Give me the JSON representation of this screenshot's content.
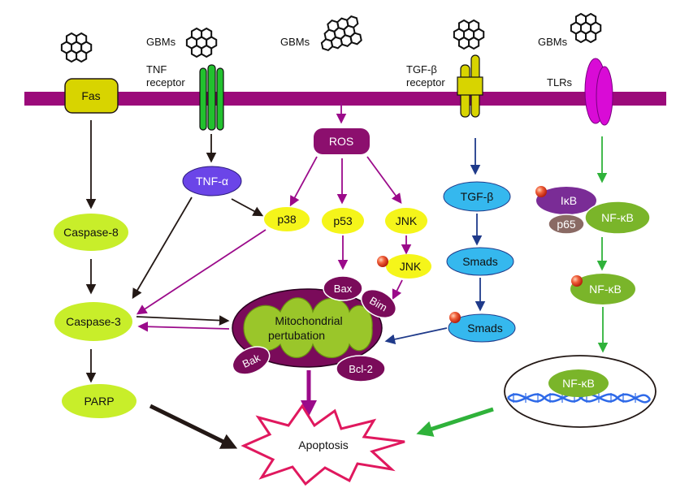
{
  "labels": {
    "gbms": "GBMs",
    "fas": "Fas",
    "tnf_receptor_1": "TNF",
    "tnf_receptor_2": "receptor",
    "tgf_receptor_1": "TGF-β",
    "tgf_receptor_2": "receptor",
    "tlrs": "TLRs",
    "ros": "ROS",
    "tnf_alpha": "TNF-α",
    "p38": "p38",
    "p53": "p53",
    "jnk": "JNK",
    "jnk_p": "JNK",
    "tgf_beta": "TGF-β",
    "smads": "Smads",
    "smads_p": "Smads",
    "ikb": "IκB",
    "p65": "p65",
    "nfkb": "NF-κB",
    "nfkb_p": "NF-κB",
    "nfkb_nucleus": "NF-κB",
    "caspase8": "Caspase-8",
    "caspase3": "Caspase-3",
    "parp": "PARP",
    "mito_1": "Mitochondrial",
    "mito_2": "pertubation",
    "bax": "Bax",
    "bim": "Bim",
    "bak": "Bak",
    "bcl2": "Bcl-2",
    "apoptosis": "Apoptosis"
  },
  "colors": {
    "membrane": "#9b0a7a",
    "fas": "#d8d400",
    "tnf_receptor": "#22c12e",
    "tgf_receptor": "#d8d400",
    "tlr": "#d90bd6",
    "ros": "#8c0f6e",
    "tnf_alpha": "#6b45e8",
    "yellow_node": "#f5f51a",
    "cyan_node": "#35b8ee",
    "green_node": "#c8ee2a",
    "nfkb_node": "#7ab52a",
    "ikb": "#7a2c96",
    "p65": "#8a6a64",
    "mito_outer": "#7a0b5a",
    "mito_inner": "#9ac62a",
    "dna": "#2f6ae8",
    "apoptosis_star": "#e0185e"
  }
}
